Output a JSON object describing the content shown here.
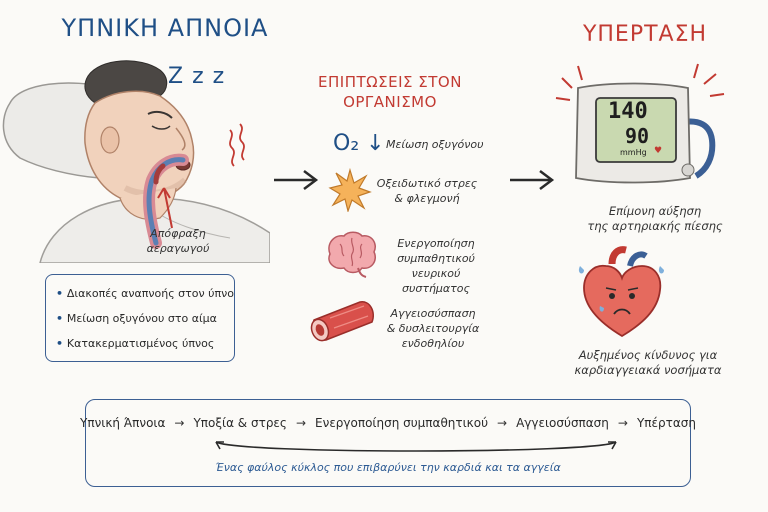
{
  "left": {
    "title": "ΥΠΝΙΚΗ ΑΠΝΟΙΑ",
    "zzz": "Z z z",
    "obstruction_label": [
      "Απόφραξη",
      "αεραγωγού"
    ],
    "bullets": [
      "Διακοπές αναπνοής στον ύπνο",
      "Μείωση οξυγόνου στο αίμα",
      "Κατακερματισμένος ύπνος"
    ]
  },
  "middle": {
    "title_lines": [
      "ΕΠΙΠΤΩΣΕΙΣ ΣΤΟΝ",
      "ΟΡΓΑΝΙΣΜΟ"
    ],
    "o2_symbol": "O₂ ↓",
    "o2_text": "Μείωση οξυγόνου",
    "effects": [
      {
        "icon": "starburst-icon",
        "lines": [
          "Οξειδωτικό στρες",
          "& φλεγμονή"
        ]
      },
      {
        "icon": "brain-icon",
        "lines": [
          "Ενεργοποίηση",
          "συμπαθητικού",
          "νευρικού συστήματος"
        ]
      },
      {
        "icon": "blood-vessel-icon",
        "lines": [
          "Αγγειοσύσπαση",
          "& δυσλειτουργία",
          "ενδοθηλίου"
        ]
      }
    ]
  },
  "right": {
    "title": "ΥΠΕΡΤΑΣΗ",
    "monitor": {
      "systolic": "140",
      "diastolic": "90",
      "unit": "mmHg"
    },
    "pressure_label": [
      "Επίμονη αύξηση",
      "της αρτηριακής πίεσης"
    ],
    "heart_label": [
      "Αυξημένος κίνδυνος για",
      "καρδιαγγειακά νοσήματα"
    ]
  },
  "cycle": {
    "steps": [
      "Υπνική Άπνοια",
      "Υποξία & στρες",
      "Ενεργοποίηση συμπαθητικού",
      "Αγγειοσύσπαση",
      "Υπέρταση"
    ],
    "arrow": "→",
    "caption": "Ένας φαύλος κύκλος που επιβαρύνει την καρδιά και τα αγγεία"
  },
  "colors": {
    "blue": "#1f4f86",
    "red": "#c23a32",
    "screen_green": "#c9d9b0"
  }
}
